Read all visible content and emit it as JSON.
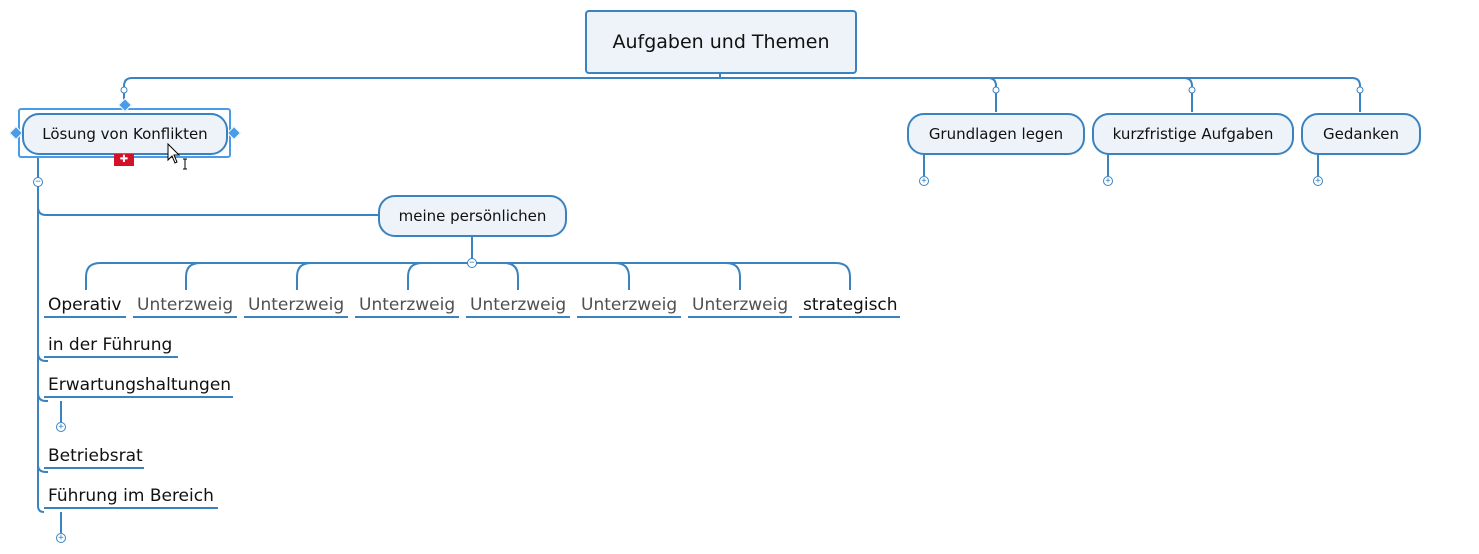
{
  "central_topic": "Aufgaben und Themen",
  "main_topics": {
    "konflikte": "Lösung von Konflikten",
    "grundlagen": "Grundlagen legen",
    "kurzfristig": "kurzfristige Aufgaben",
    "gedanken": "Gedanken"
  },
  "subtopic_persoenlich": "meine persönlichen",
  "branches": [
    "Operativ",
    "Unterzweig",
    "Unterzweig",
    "Unterzweig",
    "Unterzweig",
    "Unterzweig",
    "Unterzweig",
    "strategisch"
  ],
  "left_items": [
    "in der Führung",
    "Erwartungshaltungen",
    "Betriebsrat",
    "Führung im Bereich"
  ],
  "toggles": {
    "expand": "+",
    "collapse": "−"
  },
  "flag_symbol": "✚",
  "colors": {
    "line": "#3a83c1",
    "node_fill": "#edf3f9",
    "selection": "#4a9be8",
    "flag": "#d3122a"
  }
}
